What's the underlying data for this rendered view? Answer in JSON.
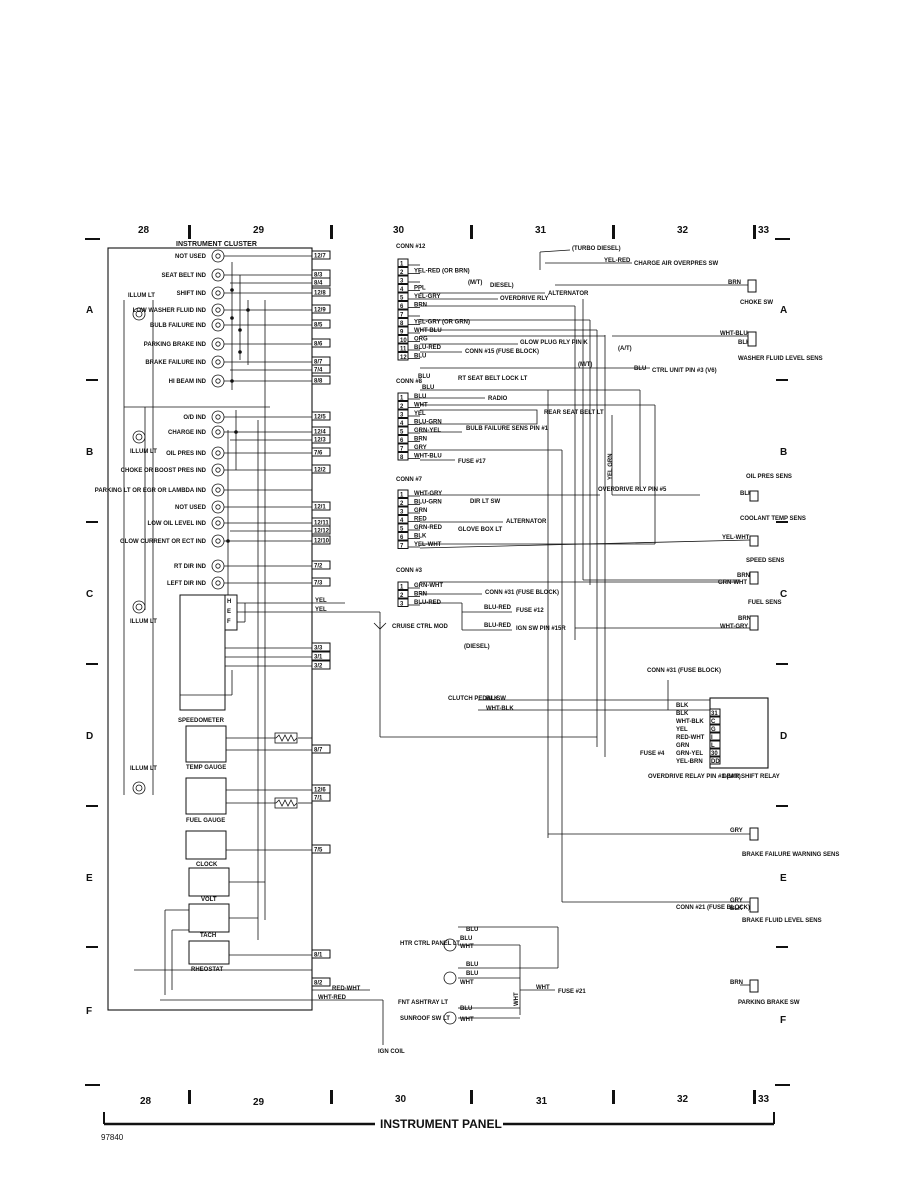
{
  "grid": {
    "columns_top": [
      "28",
      "29",
      "30",
      "31",
      "32",
      "33"
    ],
    "columns_bottom": [
      "28",
      "29",
      "30",
      "31",
      "32",
      "33"
    ],
    "rows": [
      "A",
      "B",
      "C",
      "D",
      "E",
      "F"
    ]
  },
  "title": "INSTRUMENT PANEL",
  "doc_id": "97840",
  "cluster": {
    "title": "INSTRUMENT CLUSTER",
    "indicators": [
      {
        "label": "NOT USED",
        "conn": "12/7"
      },
      {
        "label": "SEAT BELT IND",
        "conn": "8/3"
      },
      {
        "label": "",
        "conn": "8/4"
      },
      {
        "label": "SHIFT IND",
        "conn": "12/8"
      },
      {
        "label": "LOW WASHER FLUID IND",
        "conn": "12/9"
      },
      {
        "label": "BULB FAILURE IND",
        "conn": "8/5"
      },
      {
        "label": "PARKING BRAKE IND",
        "conn": "8/6"
      },
      {
        "label": "BRAKE FAILURE IND",
        "conn": "8/7"
      },
      {
        "label": "",
        "conn": "7/4"
      },
      {
        "label": "HI BEAM IND",
        "conn": "8/8"
      },
      {
        "label": "O/D IND",
        "conn": "12/5"
      },
      {
        "label": "CHARGE IND",
        "conn": "12/4"
      },
      {
        "label": "",
        "conn": "12/3"
      },
      {
        "label": "OIL PRES IND",
        "conn": "7/6"
      },
      {
        "label": "CHOKE OR BOOST PRES IND",
        "conn": "12/2"
      },
      {
        "label": "PARKING LT OR EGR OR LAMBDA IND",
        "conn": ""
      },
      {
        "label": "NOT USED",
        "conn": "12/1"
      },
      {
        "label": "LOW OIL LEVEL IND",
        "conn": "12/11"
      },
      {
        "label": "",
        "conn": "12/12"
      },
      {
        "label": "GLOW CURRENT OR ECT IND",
        "conn": "12/10"
      },
      {
        "label": "RT DIR IND",
        "conn": "7/2"
      },
      {
        "label": "LEFT DIR IND",
        "conn": "7/3"
      }
    ],
    "illum": [
      "ILLUM LT",
      "ILLUM LT",
      "ILLUM LT",
      "ILLUM LT"
    ],
    "gauges": [
      "SPEEDOMETER",
      "TEMP GAUGE",
      "FUEL GAUGE",
      "CLOCK",
      "VOLT",
      "TACH",
      "RHEOSTAT"
    ],
    "speedo_pins": [
      "H",
      "E",
      "F"
    ],
    "lower_conns": [
      "3/3",
      "3/1",
      "3/2",
      "8/7",
      "12/6",
      "7/1",
      "7/5",
      "8/1",
      "8/2"
    ],
    "out_wires": [
      "YEL",
      "YEL",
      "RED-WHT",
      "WHT-RED"
    ],
    "ign": "IGN COIL",
    "cruise": "CRUISE CTRL MOD"
  },
  "conn12": {
    "title": "CONN #12",
    "pins": [
      "1",
      "2",
      "3",
      "4",
      "5",
      "6",
      "7",
      "8",
      "9",
      "10",
      "11",
      "12"
    ],
    "wires": [
      "",
      "YEL-RED (OR BRN)",
      "",
      "PPL",
      "YEL-GRY",
      "BRN",
      "",
      "YEL-GRY (OR GRN)",
      "WHT-BLU",
      "ORG",
      "BLU-RED",
      "BLU"
    ],
    "labels": {
      "turbo": "(TURBO DIESEL)",
      "charge_air": "CHARGE AIR OVERPRES SW",
      "yel_red": "YEL-RED",
      "mt": "(M/T)",
      "diesel": "DIESEL)",
      "alternator": "ALTERNATOR",
      "overdrive_rly": "OVERDRIVE RLY",
      "glow_plug": "GLOW PLUG RLY PIN K",
      "conn15": "CONN #15 (FUSE BLOCK)",
      "at": "(A/T)",
      "mt2": "(M/T)",
      "blu": "BLU",
      "ctrl_unit": "CTRL UNIT PIN #3 (V6)"
    }
  },
  "conn8": {
    "title": "CONN #8",
    "pins": [
      "1",
      "2",
      "3",
      "4",
      "5",
      "6",
      "7",
      "8"
    ],
    "wires": [
      "BLU",
      "WHT",
      "YEL",
      "BLU-GRN",
      "GRN-YEL",
      "BRN",
      "GRY",
      "WHT-BLU"
    ],
    "labels": {
      "blu_top": "BLU",
      "blu2": "BLU",
      "rt_seat": "RT SEAT BELT LOCK LT",
      "radio": "RADIO",
      "rear_seat": "REAR SEAT BELT LT",
      "bulb_failure": "BULB FAILURE SENS PIN #1",
      "fuse17": "FUSE #17",
      "yel_grn": "YEL GRN"
    }
  },
  "conn7": {
    "title": "CONN #7",
    "pins": [
      "1",
      "2",
      "3",
      "4",
      "5",
      "6",
      "7"
    ],
    "wires": [
      "WHT-GRY",
      "BLU-GRN",
      "GRN",
      "RED",
      "GRN-RED",
      "BLK",
      "YEL-WHT"
    ],
    "labels": {
      "dir_sw": "DIR LT SW",
      "alternator": "ALTERNATOR",
      "glove": "GLOVE BOX LT",
      "overdrive_pin": "OVERDRIVE RLY PIN #5"
    }
  },
  "conn3": {
    "title": "CONN #3",
    "pins": [
      "1",
      "2",
      "3"
    ],
    "wires": [
      "GRN-WHT",
      "BRN",
      "BLU-RED"
    ],
    "labels": {
      "conn31": "CONN #31 (FUSE BLOCK)",
      "blu_red": "BLU-RED",
      "fuse12": "FUSE #12",
      "blu_red2": "BLU-RED",
      "ign_sw": "IGN SW PIN #15R",
      "diesel": "(DIESEL)"
    }
  },
  "right": {
    "choke": {
      "wire": "BRN",
      "label": "CHOKE SW"
    },
    "washer": {
      "wire": "WHT-BLU",
      "wire2": "BLK",
      "label": "WASHER FLUID LEVEL SENS"
    },
    "oil": {
      "label": "OIL PRES SENS",
      "wire": "BLK"
    },
    "coolant": {
      "label": "COOLANT TEMP SENS",
      "wire": "YEL-WHT"
    },
    "speed": {
      "label": "SPEED SENS",
      "wire": "BRN",
      "wire2": "GRN-WHT"
    },
    "fuel": {
      "label": "FUEL SENS",
      "wire": "BRN",
      "wire2": "WHT-GRY"
    },
    "conn31": "CONN #31 (FUSE BLOCK)",
    "clutch": {
      "label": "CLUTCH PEDAL SW",
      "wire1": "BLK",
      "wire2": "WHT-BLK"
    },
    "gear_relay": {
      "label": "GEAR SHIFT RELAY",
      "pins": [
        "31",
        "C",
        "G",
        "I",
        "L",
        "30",
        "DD"
      ],
      "wires": [
        "BLK",
        "BLK",
        "WHT-BLK",
        "YEL",
        "RED-WHT",
        "GRN",
        "GRN-YEL",
        "YEL-BRN"
      ],
      "fuse4": "FUSE #4",
      "overdrive": "OVERDRIVE RELAY PIN #3 (M/T)"
    },
    "brake_fail": {
      "wire": "GRY",
      "label": "BRAKE FAILURE WARNING SENS"
    },
    "brake_fluid": {
      "wire": "GRY",
      "wire2": "BLK",
      "conn": "CONN #21 (FUSE BLOCK)",
      "label": "BRAKE FLUID LEVEL SENS"
    },
    "parking": {
      "wire": "BRN",
      "label": "PARKING BRAKE SW"
    },
    "htr": {
      "label": "HTR CTRL PANEL LT",
      "w": [
        "BLU",
        "BLU",
        "WHT"
      ]
    },
    "ashtray": {
      "label": "FNT ASHTRAY LT",
      "w": [
        "BLU",
        "BLU",
        "WHT"
      ]
    },
    "sunroof": {
      "label": "SUNROOF SW LT",
      "w": [
        "BLU",
        "WHT"
      ]
    },
    "fuse21": "FUSE #21",
    "wht": "WHT",
    "wht2": "WHT"
  }
}
